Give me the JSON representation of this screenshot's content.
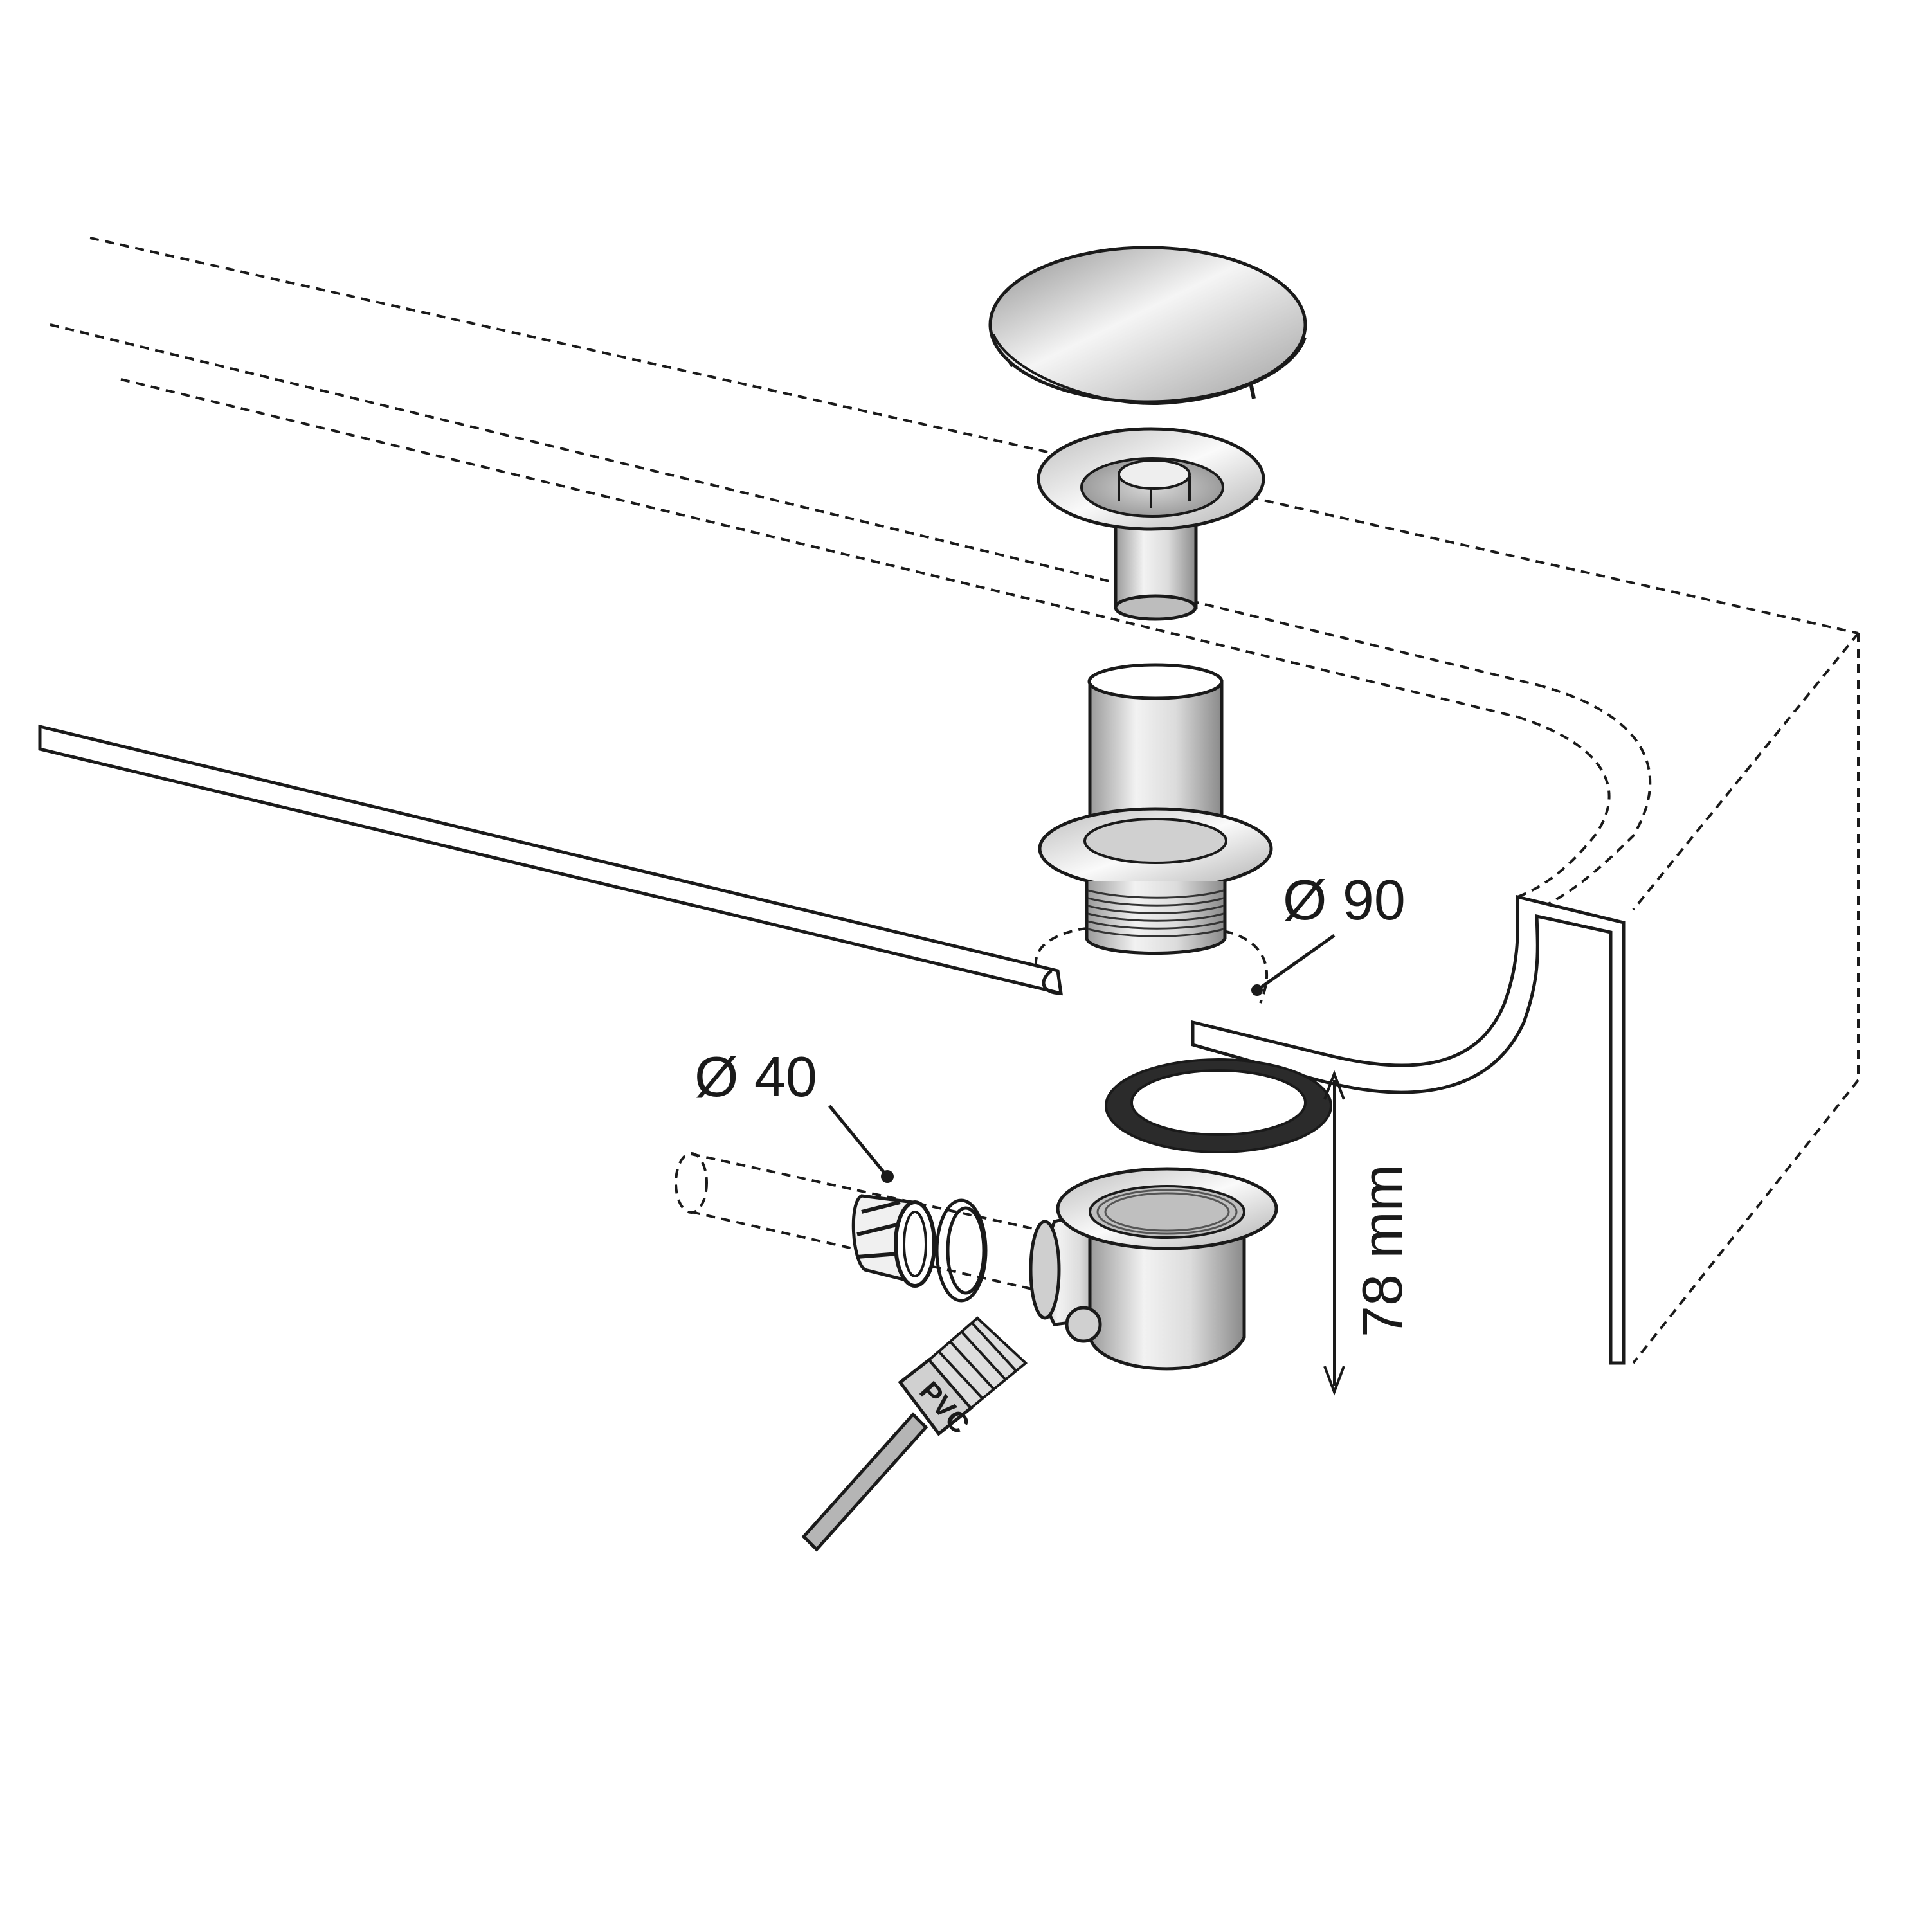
{
  "labels": {
    "drain_diameter": "Ø 90",
    "pipe_diameter": "Ø 40",
    "height": "78 mm",
    "brush": "PVC"
  },
  "colors": {
    "ink": "#1a1a1a",
    "metal_light": "#f4f4f4",
    "metal_mid": "#c9c9c9",
    "metal_dark": "#8e8e8e",
    "gasket": "#2b2b2b",
    "brush_grey": "#b5b5b5"
  }
}
